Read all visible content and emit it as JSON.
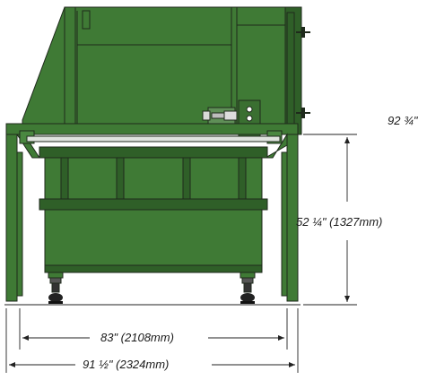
{
  "dimensions": {
    "overall_height": "92 ¾\"",
    "body_height": "52 ¼\" (1327mm)",
    "inner_width": "83\" (2108mm)",
    "outer_width": "91 ½\" (2324mm)"
  },
  "colors": {
    "body_green": "#3f7a35",
    "dark_green": "#2f5f28",
    "outline": "#1f2a1c"
  }
}
